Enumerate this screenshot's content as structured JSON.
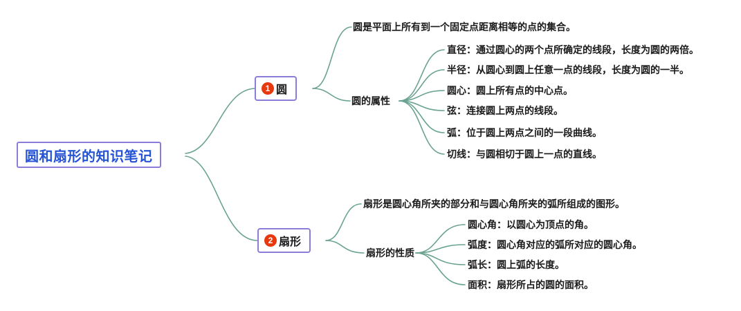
{
  "root": {
    "label": "圆和扇形的知识笔记"
  },
  "branches": [
    {
      "number": "1",
      "label": "圆",
      "definition": "圆是平面上所有到一个固定点距离相等的点的集合。",
      "group": {
        "label": "圆的属性",
        "items": [
          "直径：通过圆心的两个点所确定的线段，长度为圆的两倍。",
          "半径：从圆心到圆上任意一点的线段，长度为圆的一半。",
          "圆心：圆上所有点的中心点。",
          "弦：连接圆上两点的线段。",
          "弧：位于圆上两点之间的一段曲线。",
          "切线：与圆相切于圆上一点的直线。"
        ]
      }
    },
    {
      "number": "2",
      "label": "扇形",
      "definition": "扇形是圆心角所夹的部分和与圆心角所夹的弧所组成的图形。",
      "group": {
        "label": "扇形的性质",
        "items": [
          "圆心角：以圆心为顶点的角。",
          "弧度：圆心角对应的弧所对应的圆心角。",
          "弧长：圆上弧的长度。",
          "面积：扇形所占的圆的面积。"
        ]
      }
    }
  ],
  "colors": {
    "root_text": "#2553d6",
    "node_border": "#8a7cd8",
    "badge": "#e8390e",
    "connector": "#6aa392",
    "text": "#1a1a1a"
  }
}
